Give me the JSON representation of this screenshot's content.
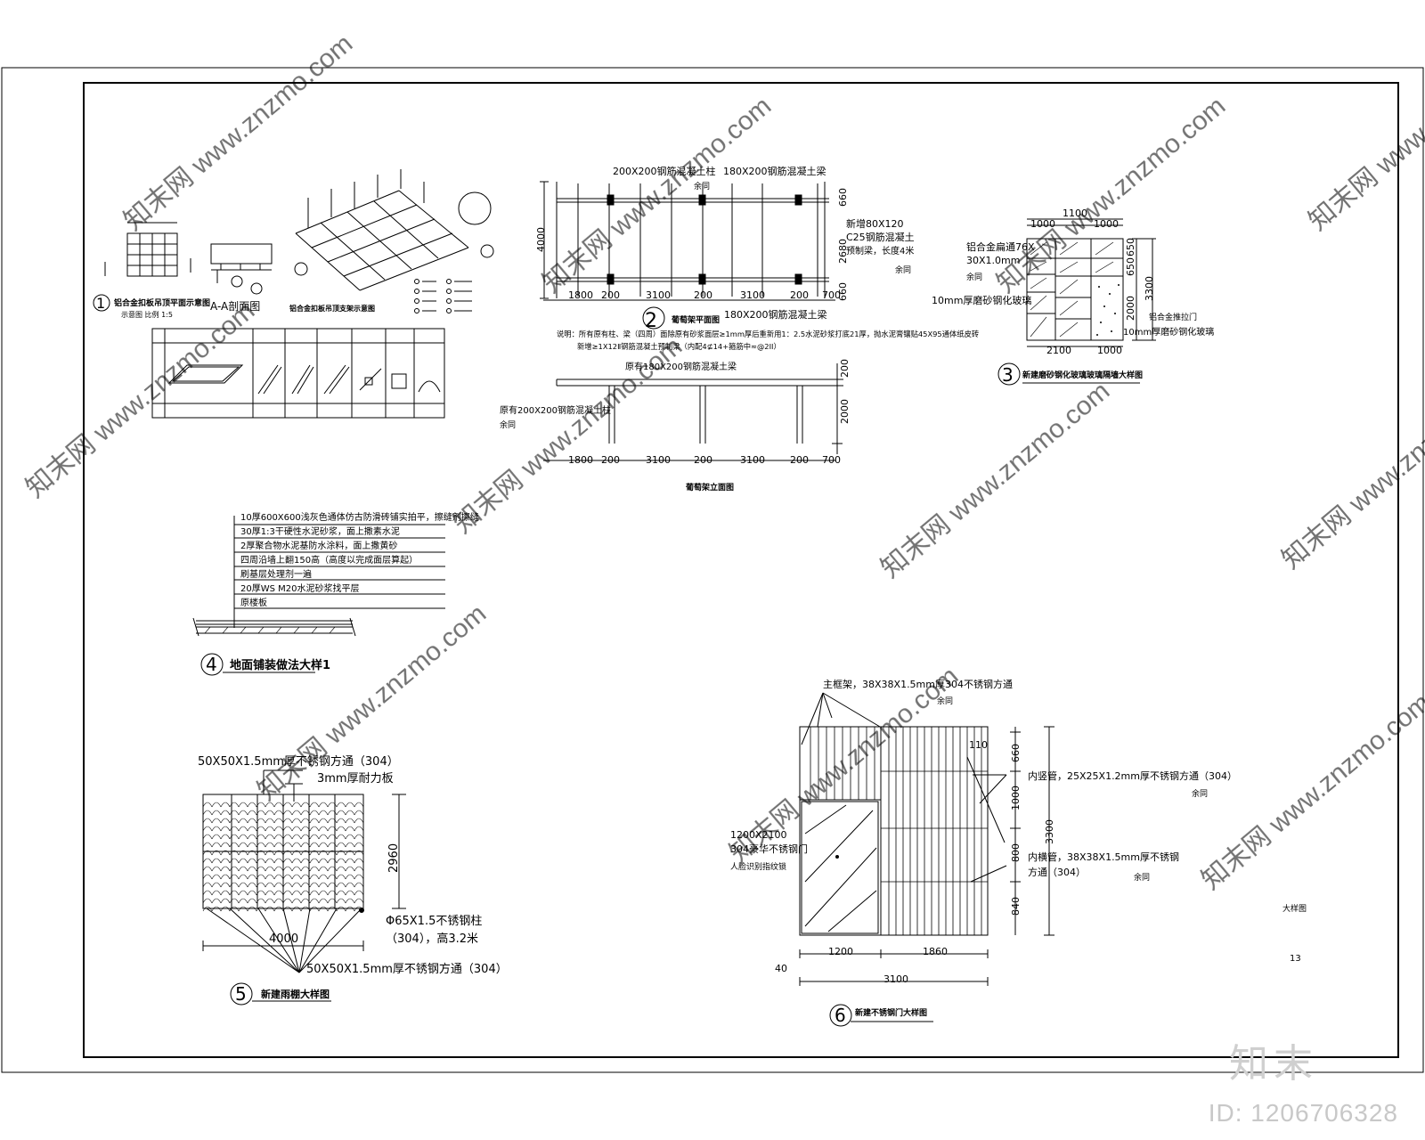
{
  "sheet": {
    "page_number": "13",
    "sheet_title": "大样图"
  },
  "watermarks": {
    "site_text": "www.znzmo.com",
    "brand_text": "知末网",
    "brand_mark": "知末",
    "id_label": "ID: 1206706328"
  },
  "detail1": {
    "num": "1",
    "title": "铝合金扣板吊顶平面示意图",
    "subtitle": "示意图 比例 1:5",
    "section_title": "A-A剖面图",
    "iso_title": "铝合金扣板吊顶支架示意图"
  },
  "detail2": {
    "num": "2",
    "title": "葡萄架平面图",
    "elev_title": "葡萄架立面图",
    "labels": {
      "col_top": "200X200钢筋混凝土柱",
      "beam_top": "180X200钢筋混凝土梁",
      "same1": "余同",
      "new_beam_1": "新增80X120",
      "new_beam_2": "C25钢筋混凝土",
      "new_beam_3": "预制梁，长度4米",
      "same2": "余同",
      "beam_bottom": "180X200钢筋混凝土梁",
      "note_1": "说明：所有原有柱、梁（四周）面除原有砂浆面层≥1mm厚后重新用1：2.5水泥砂浆打底21厚，抛水泥膏镶贴45X95通体纸皮砖",
      "note_2": "新增≥1X12Ⅱ钢筋混凝土预制梁（内配4⊈14+箍筋中≈@2II）",
      "elev_beam": "原有180X200钢筋混凝土梁",
      "elev_col": "原有200X200钢筋混凝土柱",
      "elev_same": "余同"
    },
    "dims_h": [
      "1800",
      "200",
      "3100",
      "200",
      "3100",
      "200",
      "700"
    ],
    "dims_v": [
      "4000",
      "660",
      "2680",
      "660"
    ],
    "elev_dims_v": [
      "200",
      "2000"
    ]
  },
  "detail3": {
    "num": "3",
    "title": "新建磨砂钢化玻璃玻璃隔墙大样图",
    "labels": {
      "frame_1": "铝合金扁通76X",
      "frame_2": "30X1.0mm",
      "same": "余同",
      "glass_left": "10mm厚磨砂钢化玻璃",
      "door": "铝合金推拉门",
      "glass_right": "10mm厚磨砂钢化玻璃"
    },
    "dims_top": [
      "1100",
      "1000",
      "1000"
    ],
    "dims_bottom": [
      "2100",
      "1000"
    ],
    "dims_right": [
      "650",
      "650",
      "2000",
      "3300"
    ]
  },
  "detail4": {
    "num": "4",
    "title": "地面铺装做法大样1",
    "layers": [
      "10厚600X600浅灰色通体仿古防滑砖铺实拍平，擦缝剂擦缝",
      "30厚1:3干硬性水泥砂浆，面上撒素水泥",
      "2厚聚合物水泥基防水涂料，面上撒黄砂",
      "四周沿墙上翻150高（高度以完成面层算起）",
      "刷基层处理剂一遍",
      "20厚WS M20水泥砂浆找平层",
      "原楼板"
    ]
  },
  "detail5": {
    "num": "5",
    "title": "新建雨棚大样图",
    "labels": {
      "top_tube": "50X50X1.5mm厚不锈钢方通（304）",
      "board": "3mm厚耐力板",
      "post_1": "Φ65X1.5不锈钢柱",
      "post_2": "（304），高3.2米",
      "bottom_tube": "50X50X1.5mm厚不锈钢方通（304）"
    },
    "dims": {
      "height": "2960",
      "width": "4000"
    }
  },
  "detail6": {
    "num": "6",
    "title": "新建不锈钢门大样图",
    "labels": {
      "frame": "主框架，38X38X1.5mm厚304不锈钢方通",
      "same1": "余同",
      "inner_v": "内竖管，25X25X1.2mm厚不锈钢方通（304）",
      "same2": "余同",
      "door_1": "1200X2100",
      "door_2": "304豪华不锈钢门",
      "door_3": "人脸识别指纹锁",
      "inner_h_1": "内横管，38X38X1.5mm厚不锈钢",
      "inner_h_2": "方通（304）",
      "same3": "余同"
    },
    "dims_right": [
      "110",
      "660",
      "1000",
      "800",
      "840",
      "3300"
    ],
    "dims_bottom": [
      "1200",
      "1860",
      "40",
      "3100"
    ]
  }
}
